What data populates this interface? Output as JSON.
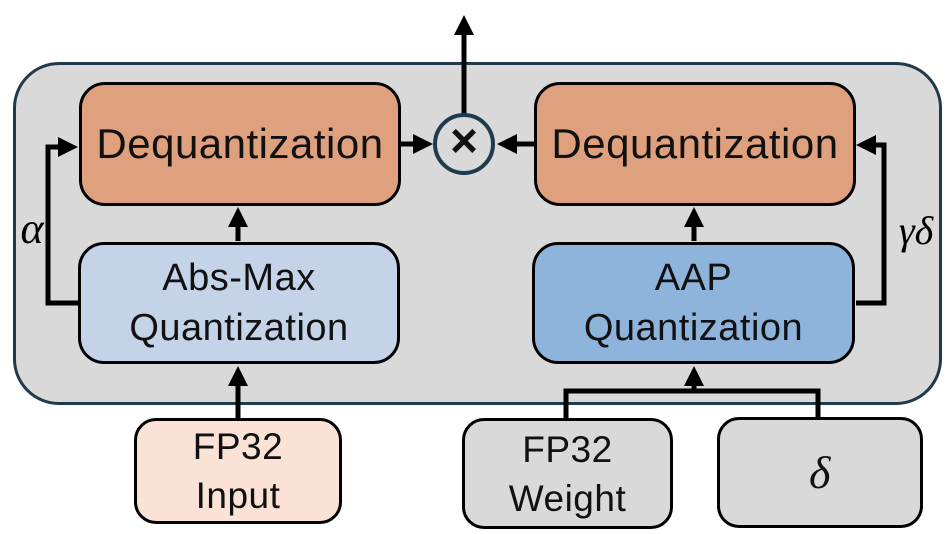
{
  "colors": {
    "canvas_bg": "#FFFFFF",
    "container_fill": "#D9D9D9",
    "container_border": "#1E3A4C",
    "dequant_fill": "#DFA07E",
    "absmax_fill": "#C4D3E8",
    "aap_fill": "#8FB4DB",
    "input_fill": "#FAE3D6",
    "neutral_fill": "#D9D9D9",
    "line_color": "#000000"
  },
  "nodes": {
    "dequant_left": {
      "label": "Dequantization"
    },
    "dequant_right": {
      "label": "Dequantization"
    },
    "absmax": {
      "line1": "Abs-Max",
      "line2": "Quantization"
    },
    "aap": {
      "line1": "AAP",
      "line2": "Quantization"
    },
    "fp32_input": {
      "line1": "FP32",
      "line2": "Input"
    },
    "fp32_weight": {
      "line1": "FP32",
      "line2": "Weight"
    },
    "delta": {
      "label": "δ"
    }
  },
  "operator": {
    "multiply": "×"
  },
  "edge_labels": {
    "alpha": "α",
    "gamma_delta": "γδ"
  }
}
